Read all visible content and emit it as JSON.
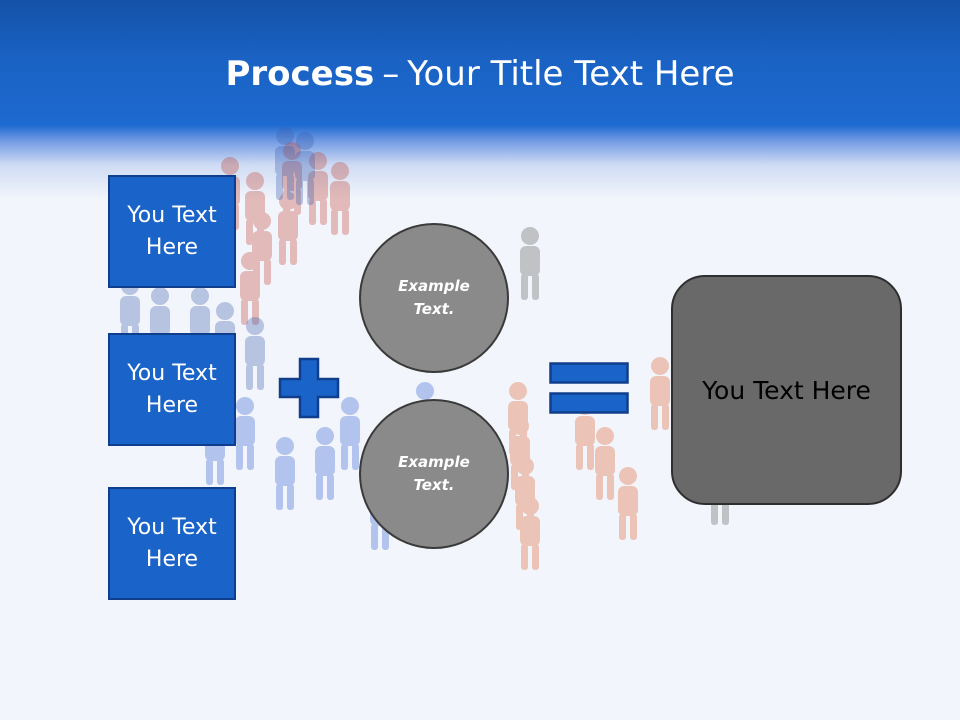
{
  "title": {
    "bold": "Process",
    "separator": "–",
    "rest": "Your Title Text Here"
  },
  "boxes": [
    {
      "label": "You Text Here"
    },
    {
      "label": "You Text Here"
    },
    {
      "label": "You Text Here"
    }
  ],
  "circles": [
    {
      "label": "Example Text."
    },
    {
      "label": "Example Text."
    }
  ],
  "result": {
    "label": "You Text Here"
  },
  "colors": {
    "header_blue": "#1a62c4",
    "box_blue": "#1a63c8",
    "circle_gray": "#8a8a8a",
    "result_gray": "#696969"
  }
}
